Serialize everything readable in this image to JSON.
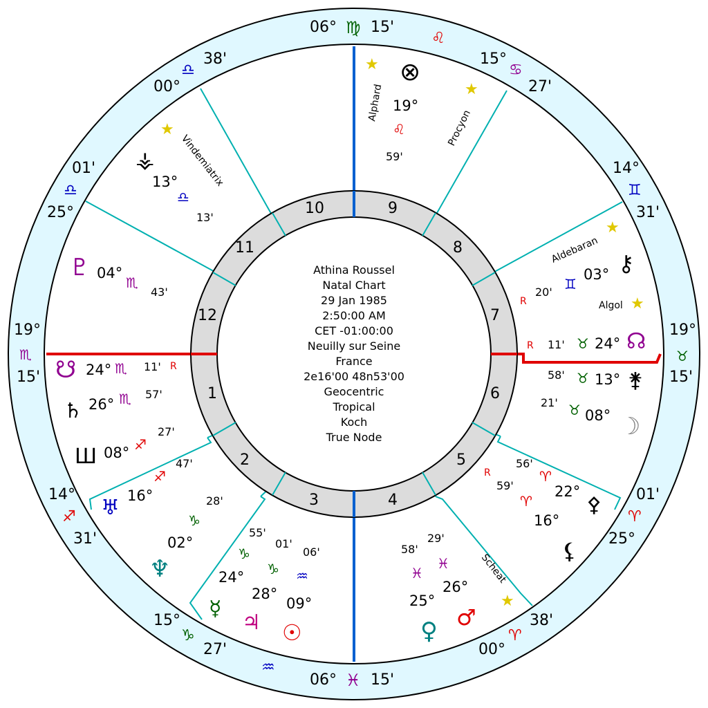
{
  "chart_info": [
    "Athina Roussel",
    "Natal Chart",
    "29 Jan 1985",
    "2:50:00 AM",
    "CET -01:00:00",
    "Neuilly sur Seine",
    "France",
    "2e16'00 48n53'00",
    "Geocentric",
    "Tropical",
    "Koch",
    "True Node"
  ],
  "house_numbers": [
    "1",
    "2",
    "3",
    "4",
    "5",
    "6",
    "7",
    "8",
    "9",
    "10",
    "11",
    "12"
  ],
  "cusps": {
    "mc": {
      "deg": "06°",
      "min": "15'",
      "sign": "♍"
    },
    "ic": {
      "deg": "06°",
      "min": "15'",
      "sign": "♓"
    },
    "asc": {
      "deg": "19°",
      "min": "15'",
      "sign": "♏"
    },
    "dsc": {
      "deg": "19°",
      "min": "15'",
      "sign": "♉"
    },
    "c11": {
      "deg": "00°",
      "min": "38'",
      "sign": "♎"
    },
    "c12": {
      "deg": "25°",
      "min": "01'",
      "sign": "♎"
    },
    "c2": {
      "deg": "14°",
      "min": "31'",
      "sign": "♐"
    },
    "c3": {
      "deg": "15°",
      "min": "27'",
      "sign": "♑"
    },
    "c5": {
      "deg": "00°",
      "min": "38'",
      "sign": "♈"
    },
    "c6": {
      "deg": "25°",
      "min": "01'",
      "sign": "♈"
    },
    "c8": {
      "deg": "14°",
      "min": "31'",
      "sign": "♊"
    },
    "c9": {
      "deg": "15°",
      "min": "27'",
      "sign": "♋"
    }
  },
  "intercepted": {
    "h9": "♌",
    "h3": "♒"
  },
  "planets": {
    "fortune": {
      "glyph": "⊗",
      "deg": "19°",
      "sign": "♌",
      "min": "59'"
    },
    "vesta": {
      "glyph": "⚶",
      "deg": "13°",
      "sign": "♎",
      "min": "13'"
    },
    "pluto": {
      "glyph": "♇",
      "deg": "04°",
      "sign": "♏",
      "min": "43'"
    },
    "south_node": {
      "glyph": "☋",
      "deg": "24°",
      "sign": "♏",
      "min": "11'",
      "rx": "R"
    },
    "saturn": {
      "glyph": "♄",
      "deg": "26°",
      "sign": "♏",
      "min": "57'"
    },
    "neptune": {
      "glyph": "♆",
      "deg": "02°",
      "sign": "♑",
      "min": "28'"
    },
    "uranus": {
      "glyph": "♅",
      "deg": "16°",
      "sign": "♐",
      "min": "47'"
    },
    "mercury": {
      "glyph": "☿",
      "deg": "24°",
      "sign": "♑",
      "min": "55'"
    },
    "jupiter": {
      "glyph": "♃",
      "deg": "28°",
      "sign": "♑",
      "min": "01'"
    },
    "sun": {
      "glyph": "☉",
      "deg": "09°",
      "sign": "♒",
      "min": "06'"
    },
    "venus": {
      "glyph": "♀",
      "deg": "25°",
      "sign": "♓",
      "min": "58'"
    },
    "mars": {
      "glyph": "♂",
      "deg": "26°",
      "sign": "♓",
      "min": "29'"
    },
    "lilith": {
      "glyph": "⚸",
      "deg": "16°",
      "sign": "♈",
      "min": "59'",
      "rx": "R"
    },
    "pallas": {
      "glyph": "⚴",
      "deg": "22°",
      "sign": "♈",
      "min": "56'"
    },
    "moon": {
      "glyph": "☽",
      "deg": "08°",
      "sign": "♉",
      "min": "21'"
    },
    "juno": {
      "glyph": "⚵",
      "deg": "13°",
      "sign": "♉",
      "min": "58'"
    },
    "north_node": {
      "glyph": "☊",
      "deg": "24°",
      "sign": "♉",
      "min": "11'",
      "rx": "R"
    },
    "chiron": {
      "glyph": "⚷",
      "deg": "03°",
      "sign": "♊",
      "min": "20'",
      "rx": "R"
    }
  },
  "fixed_stars": [
    "Alphard",
    "Procyon",
    "Vindemiatrix",
    "Aldebaran",
    "Algol",
    "Scheat"
  ],
  "rx_symbol": "R",
  "star_symbol": "★",
  "colors": {
    "ring_fill": "#e0f8ff",
    "house_ring": "#dcdcdc",
    "house_line": "#00b0b0",
    "axis_asc": "#e00000",
    "axis_mc": "#0060d0",
    "star": "#e0c800",
    "fire": "#e00000",
    "earth": "#006000",
    "air": "#0000c0",
    "water": "#900090"
  }
}
